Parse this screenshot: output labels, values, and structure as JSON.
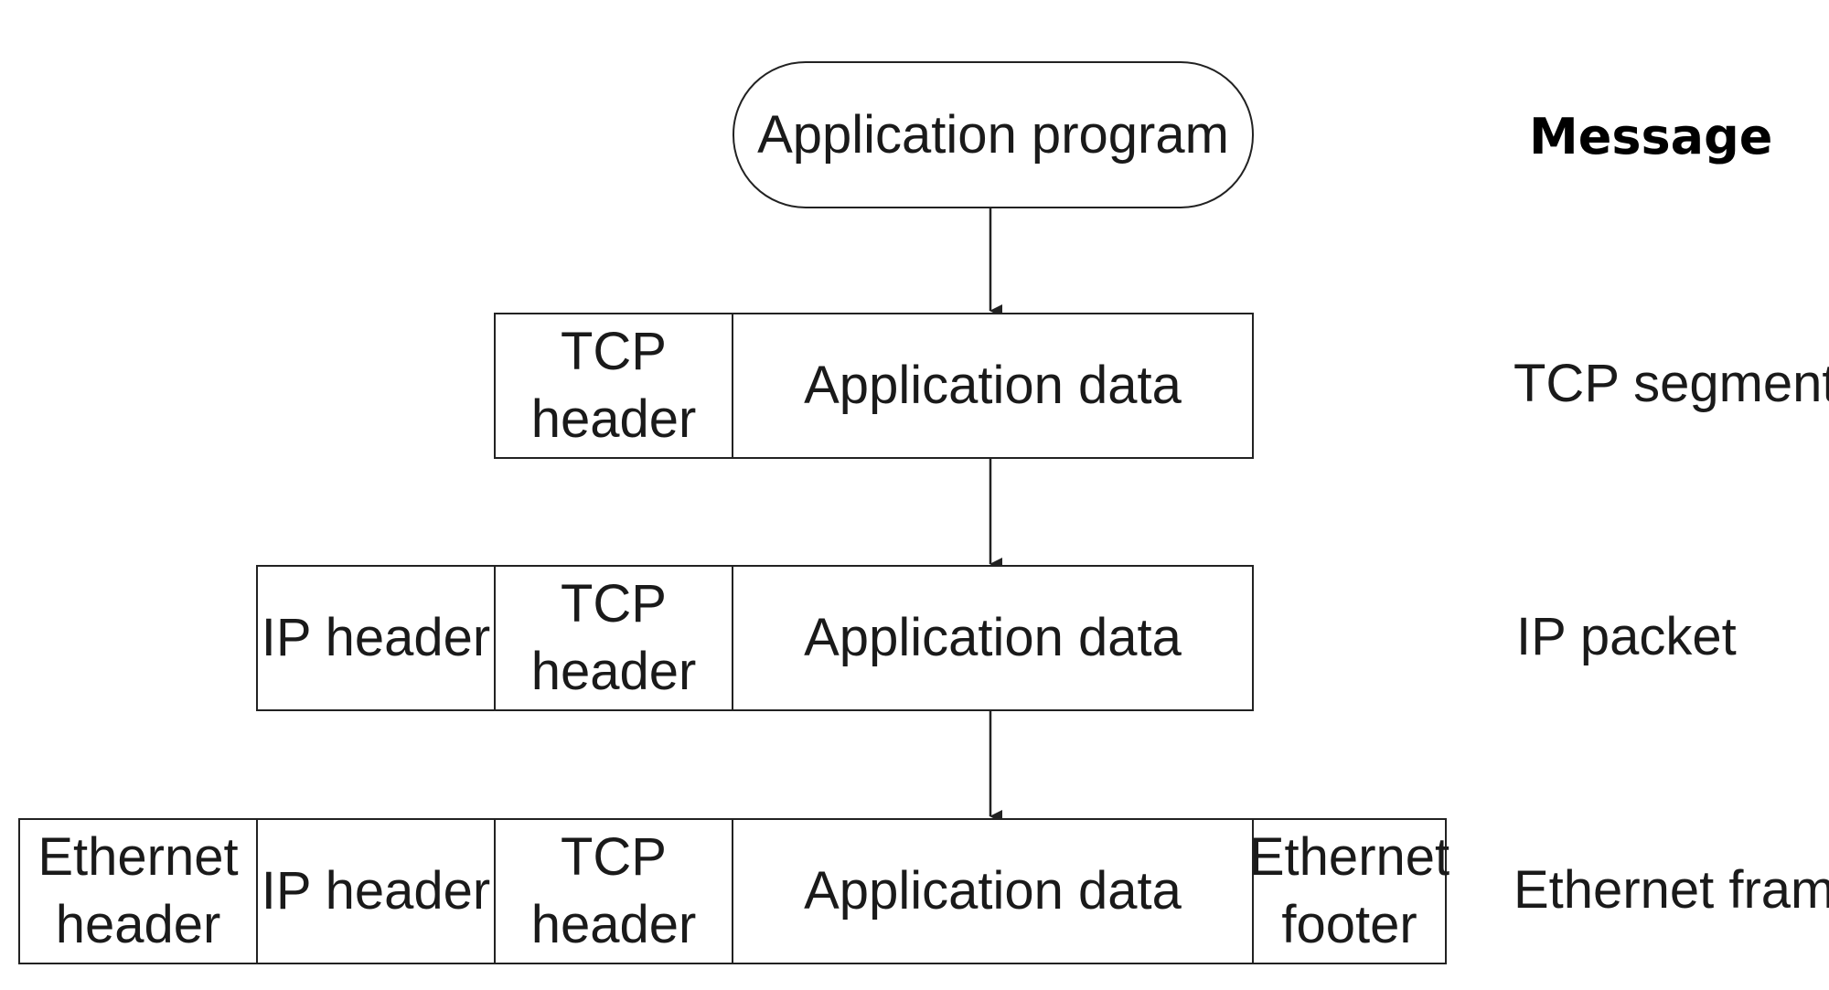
{
  "top_node": {
    "text": "Application program"
  },
  "layers": {
    "message": "Message",
    "tcp_segment": "TCP segment",
    "ip_packet": "IP packet",
    "ethernet_frame": "Ethernet frame"
  },
  "tcp_row": {
    "tcp_header": "TCP\nheader",
    "app_data": "Application data"
  },
  "ip_row": {
    "ip_header": "IP header",
    "tcp_header": "TCP\nheader",
    "app_data": "Application data"
  },
  "eth_row": {
    "eth_header": "Ethernet\nheader",
    "ip_header": "IP header",
    "tcp_header": "TCP\nheader",
    "app_data": "Application data",
    "eth_footer": "Ethernet\nfooter"
  }
}
